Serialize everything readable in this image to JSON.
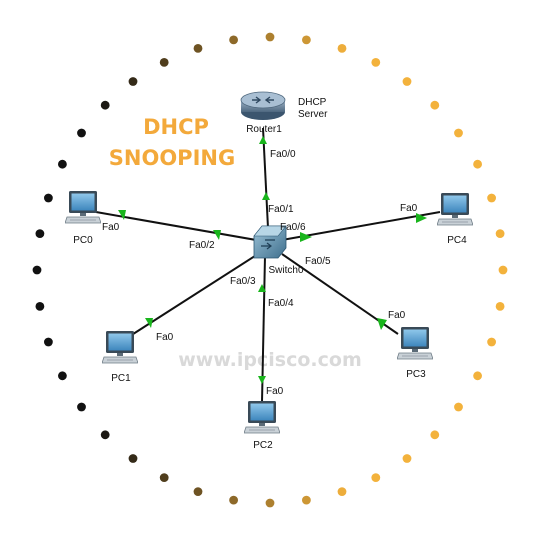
{
  "title": {
    "line1": "DHCP",
    "line2": "SNOOPING",
    "color": "#f3a93b"
  },
  "watermark": "www.ipcisco.com",
  "colors": {
    "ring_dark": "#111111",
    "ring_gold": "#f3b23c",
    "link": "#111111",
    "port_up": "#19b51c"
  },
  "devices": {
    "router": {
      "name": "Router1",
      "note_line1": "DHCP",
      "note_line2": "Server",
      "icon": "router-icon"
    },
    "switch": {
      "name": "Switch0",
      "icon": "switch-icon"
    },
    "pc0": {
      "name": "PC0",
      "icon": "pc-icon"
    },
    "pc1": {
      "name": "PC1",
      "icon": "pc-icon"
    },
    "pc2": {
      "name": "PC2",
      "icon": "pc-icon"
    },
    "pc3": {
      "name": "PC3",
      "icon": "pc-icon"
    },
    "pc4": {
      "name": "PC4",
      "icon": "pc-icon"
    }
  },
  "ports": {
    "router": "Fa0/0",
    "sw_router": "Fa0/1",
    "sw_pc0": "Fa0/2",
    "sw_pc1": "Fa0/3",
    "sw_pc2": "Fa0/4",
    "sw_pc3": "Fa0/5",
    "sw_pc4": "Fa0/6",
    "pc0": "Fa0",
    "pc1": "Fa0",
    "pc2": "Fa0",
    "pc3": "Fa0",
    "pc4": "Fa0"
  }
}
